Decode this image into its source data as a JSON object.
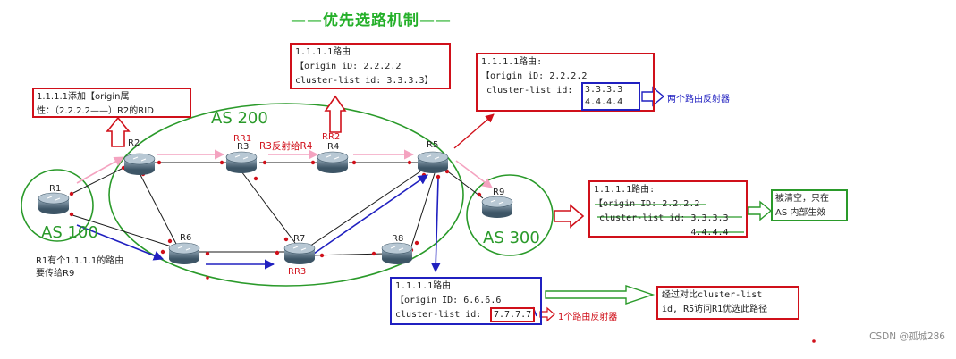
{
  "title": "——优先选路机制——",
  "as_labels": {
    "as100": "AS 100",
    "as200": "AS 200",
    "as300": "AS 300"
  },
  "routers": {
    "r1": "R1",
    "r2": "R2",
    "r3": "R3",
    "r4": "R4",
    "r5": "R5",
    "r6": "R6",
    "r7": "R7",
    "r8": "R8",
    "r9": "R9",
    "rr1": "RR1",
    "rr2": "RR2",
    "rr3": "RR3"
  },
  "labels": {
    "r3_reflect": "R3反射给R4",
    "r1_note_line1": "R1有个1.1.1.1的路由",
    "r1_note_line2": "要传给R9",
    "two_reflectors": "两个路由反射器",
    "one_reflector": "1个路由反射器"
  },
  "boxes": {
    "origin_add_line1": "1.1.1.1添加【origin属",
    "origin_add_line2": "性：（2.2.2.2——）R2的RID",
    "rr2_line1": "1.1.1.1路由",
    "rr2_line2": "【origin iD: 2.2.2.2",
    "rr2_line3": "cluster-list id: 3.3.3.3】",
    "r5_line1": "1.1.1.1路由:",
    "r5_line2": "【origin iD: 2.2.2.2",
    "r5_line3": "cluster-list id:",
    "r5_cl_1": "3.3.3.3",
    "r5_cl_2": "4.4.4.4",
    "r9_line1": "1.1.1.1路由:",
    "r9_line2": "【origin ID: 2.2.2.2",
    "r9_line3": "cluster-list id: 3.3.3.3",
    "r9_line4": "4.4.4.4",
    "cleared_line1": "被清空，只在",
    "cleared_line2": "AS 内部生效",
    "rr3_line1": "1.1.1.1路由",
    "rr3_line2": "【origin ID: 6.6.6.6",
    "rr3_line3": "cluster-list id:",
    "rr3_cl": "7.7.7.7",
    "compare_line1": "经过对比cluster-list",
    "compare_line2": "id, R5访问R1优选此路径"
  },
  "watermark": "CSDN @孤城286",
  "colors": {
    "red": "#d0101a",
    "blue": "#2020c0",
    "green": "#2a9a2a",
    "pink": "#f4a3c0",
    "title_green": "#25b02a"
  }
}
